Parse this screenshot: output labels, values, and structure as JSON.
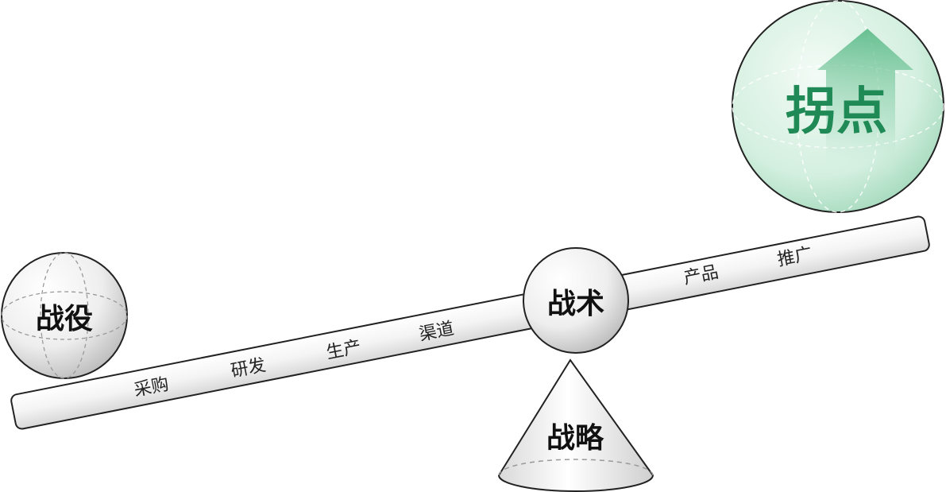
{
  "left_ball": {
    "label": "战役"
  },
  "pivot_ball": {
    "label": "战术"
  },
  "cone": {
    "label": "战略"
  },
  "right_ball": {
    "label": "拐点"
  },
  "beam_items": [
    "采购",
    "研发",
    "生产",
    "渠道",
    "产品",
    "推广"
  ],
  "colors": {
    "beam_fill": "#f2f2f2",
    "stroke": "#222222",
    "green_accent": "#1f8a55",
    "green_light": "#dff3e8"
  },
  "icons": {
    "arrow": "up-arrow-icon"
  }
}
